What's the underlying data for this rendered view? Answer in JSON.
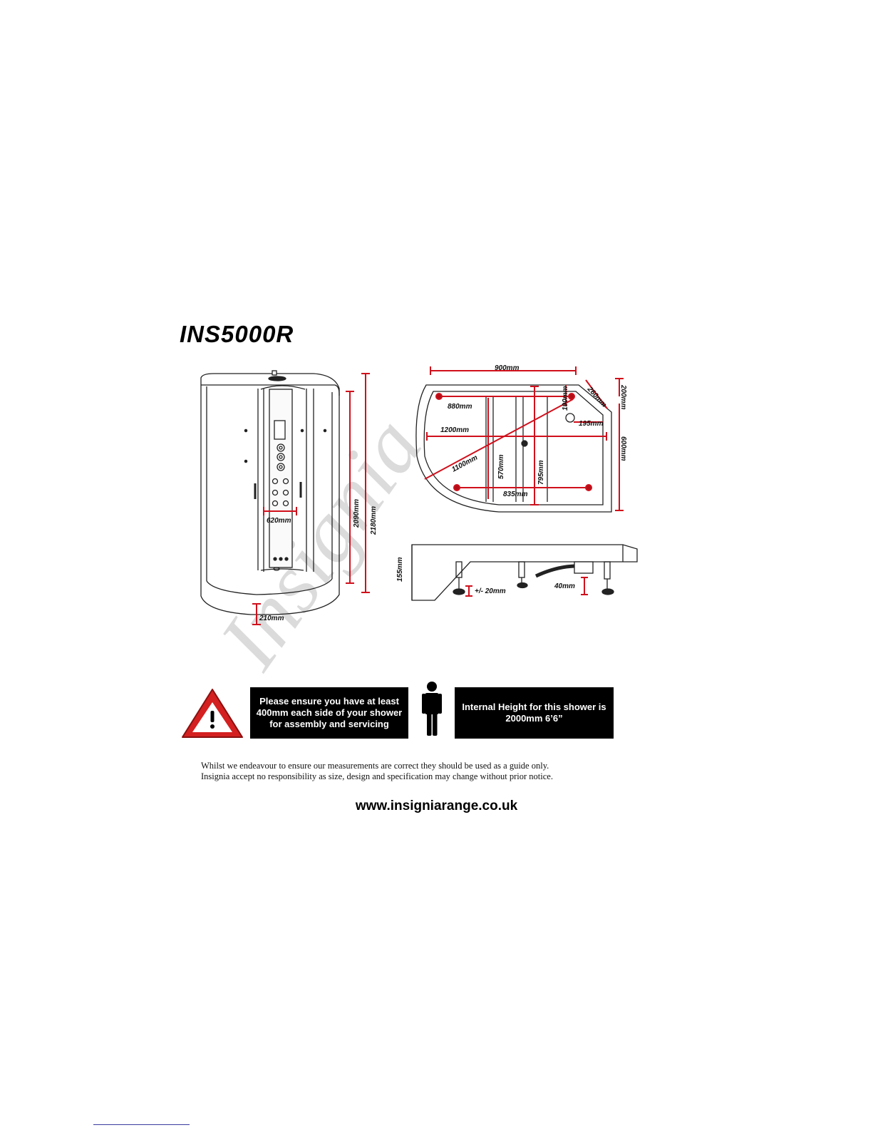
{
  "model": "INS5000R",
  "dimensions": {
    "d620": "620mm",
    "d2090": "2090mm",
    "d2180": "2180mm",
    "d210": "210mm",
    "d900": "900mm",
    "d260": "260mm",
    "d200": "200mm",
    "d880": "880mm",
    "d190": "190mm",
    "d195": "195mm",
    "d1200": "1200mm",
    "d600": "600mm",
    "d1100": "1100mm",
    "d570": "570mm",
    "d795": "795mm",
    "d835": "835mm",
    "d155": "155mm",
    "d20": "+/- 20mm",
    "d40": "40mm"
  },
  "watermark": "Insignia",
  "notice": "Please ensure you have at least 400mm each side of your shower for assembly and servicing",
  "internal_height": "Internal Height for this shower is 2000mm 6’6”",
  "disclaimer_line1": "Whilst we endeavour to ensure our measurements are correct they should be used as a guide only.",
  "disclaimer_line2": "Insignia accept no responsibility as size, design and specification may change without prior notice.",
  "website": "www.insigniarange.co.uk",
  "colors": {
    "dimension_red": "#d0101c",
    "warning_red": "#d42020",
    "box_black": "#000000"
  }
}
